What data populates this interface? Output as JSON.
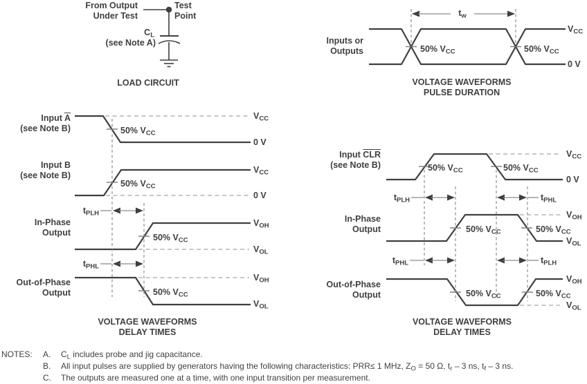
{
  "colors": {
    "background": "#ffffff",
    "line": "#3f3f3f",
    "dashed_rail": "#a3a3a3",
    "dashed_vertical": "#8c8c8c",
    "arrow_shaft": "#8c8c8c",
    "text": "#3f3f3f"
  },
  "g": {
    "v": "V",
    "t": "t",
    "cc": "CC",
    "oh": "OH",
    "ol": "OL",
    "plh": "PLH",
    "phl": "PHL",
    "w": "w",
    "pct50": "50% V",
    "zerov": "0 V"
  },
  "load_circuit": {
    "from_output": [
      "From Output",
      "Under Test"
    ],
    "test_point": [
      "Test",
      "Point"
    ],
    "cap_main": "C",
    "cap_sub": "L",
    "cap_note": "(see Note A)",
    "title": "LOAD CIRCUIT"
  },
  "pulse_duration": {
    "signal": [
      "Inputs or",
      "Outputs"
    ],
    "title": [
      "VOLTAGE WAVEFORMS",
      "PULSE DURATION"
    ]
  },
  "delay_left": {
    "input_a_prefix": "Input ",
    "input_a_letter": "A",
    "input_a_note": "(see Note B)",
    "input_b": "Input B",
    "input_b_note": "(see Note B)",
    "in_phase": [
      "In-Phase",
      "Output"
    ],
    "out_phase": [
      "Out-of-Phase",
      "Output"
    ],
    "title": [
      "VOLTAGE WAVEFORMS",
      "DELAY TIMES"
    ]
  },
  "delay_right": {
    "input_clr_prefix": "Input ",
    "input_clr_letter": "CLR",
    "input_clr_note": "(see Note B)",
    "in_phase": [
      "In-Phase",
      "Output"
    ],
    "out_phase": [
      "Out-of-Phase",
      "Output"
    ],
    "title": [
      "VOLTAGE WAVEFORMS",
      "DELAY TIMES"
    ]
  },
  "notes": {
    "heading": "NOTES:",
    "a_label": "A.",
    "a_p1": "C",
    "a_s1": "L",
    "a_p2": " includes probe and jig capacitance.",
    "b_label": "B.",
    "b_p1": "All input pulses are supplied by generators having the following characteristics: PRR≤ 1 MHz, Z",
    "b_s1": "O",
    "b_p2": " = 50 Ω, t",
    "b_s2": "r",
    "b_p3": " – 3 ns, t",
    "b_s3": "f",
    "b_p4": " – 3 ns.",
    "c_label": "C.",
    "c_p1": "The outputs are measured one at a time, with one input transition per measurement."
  }
}
